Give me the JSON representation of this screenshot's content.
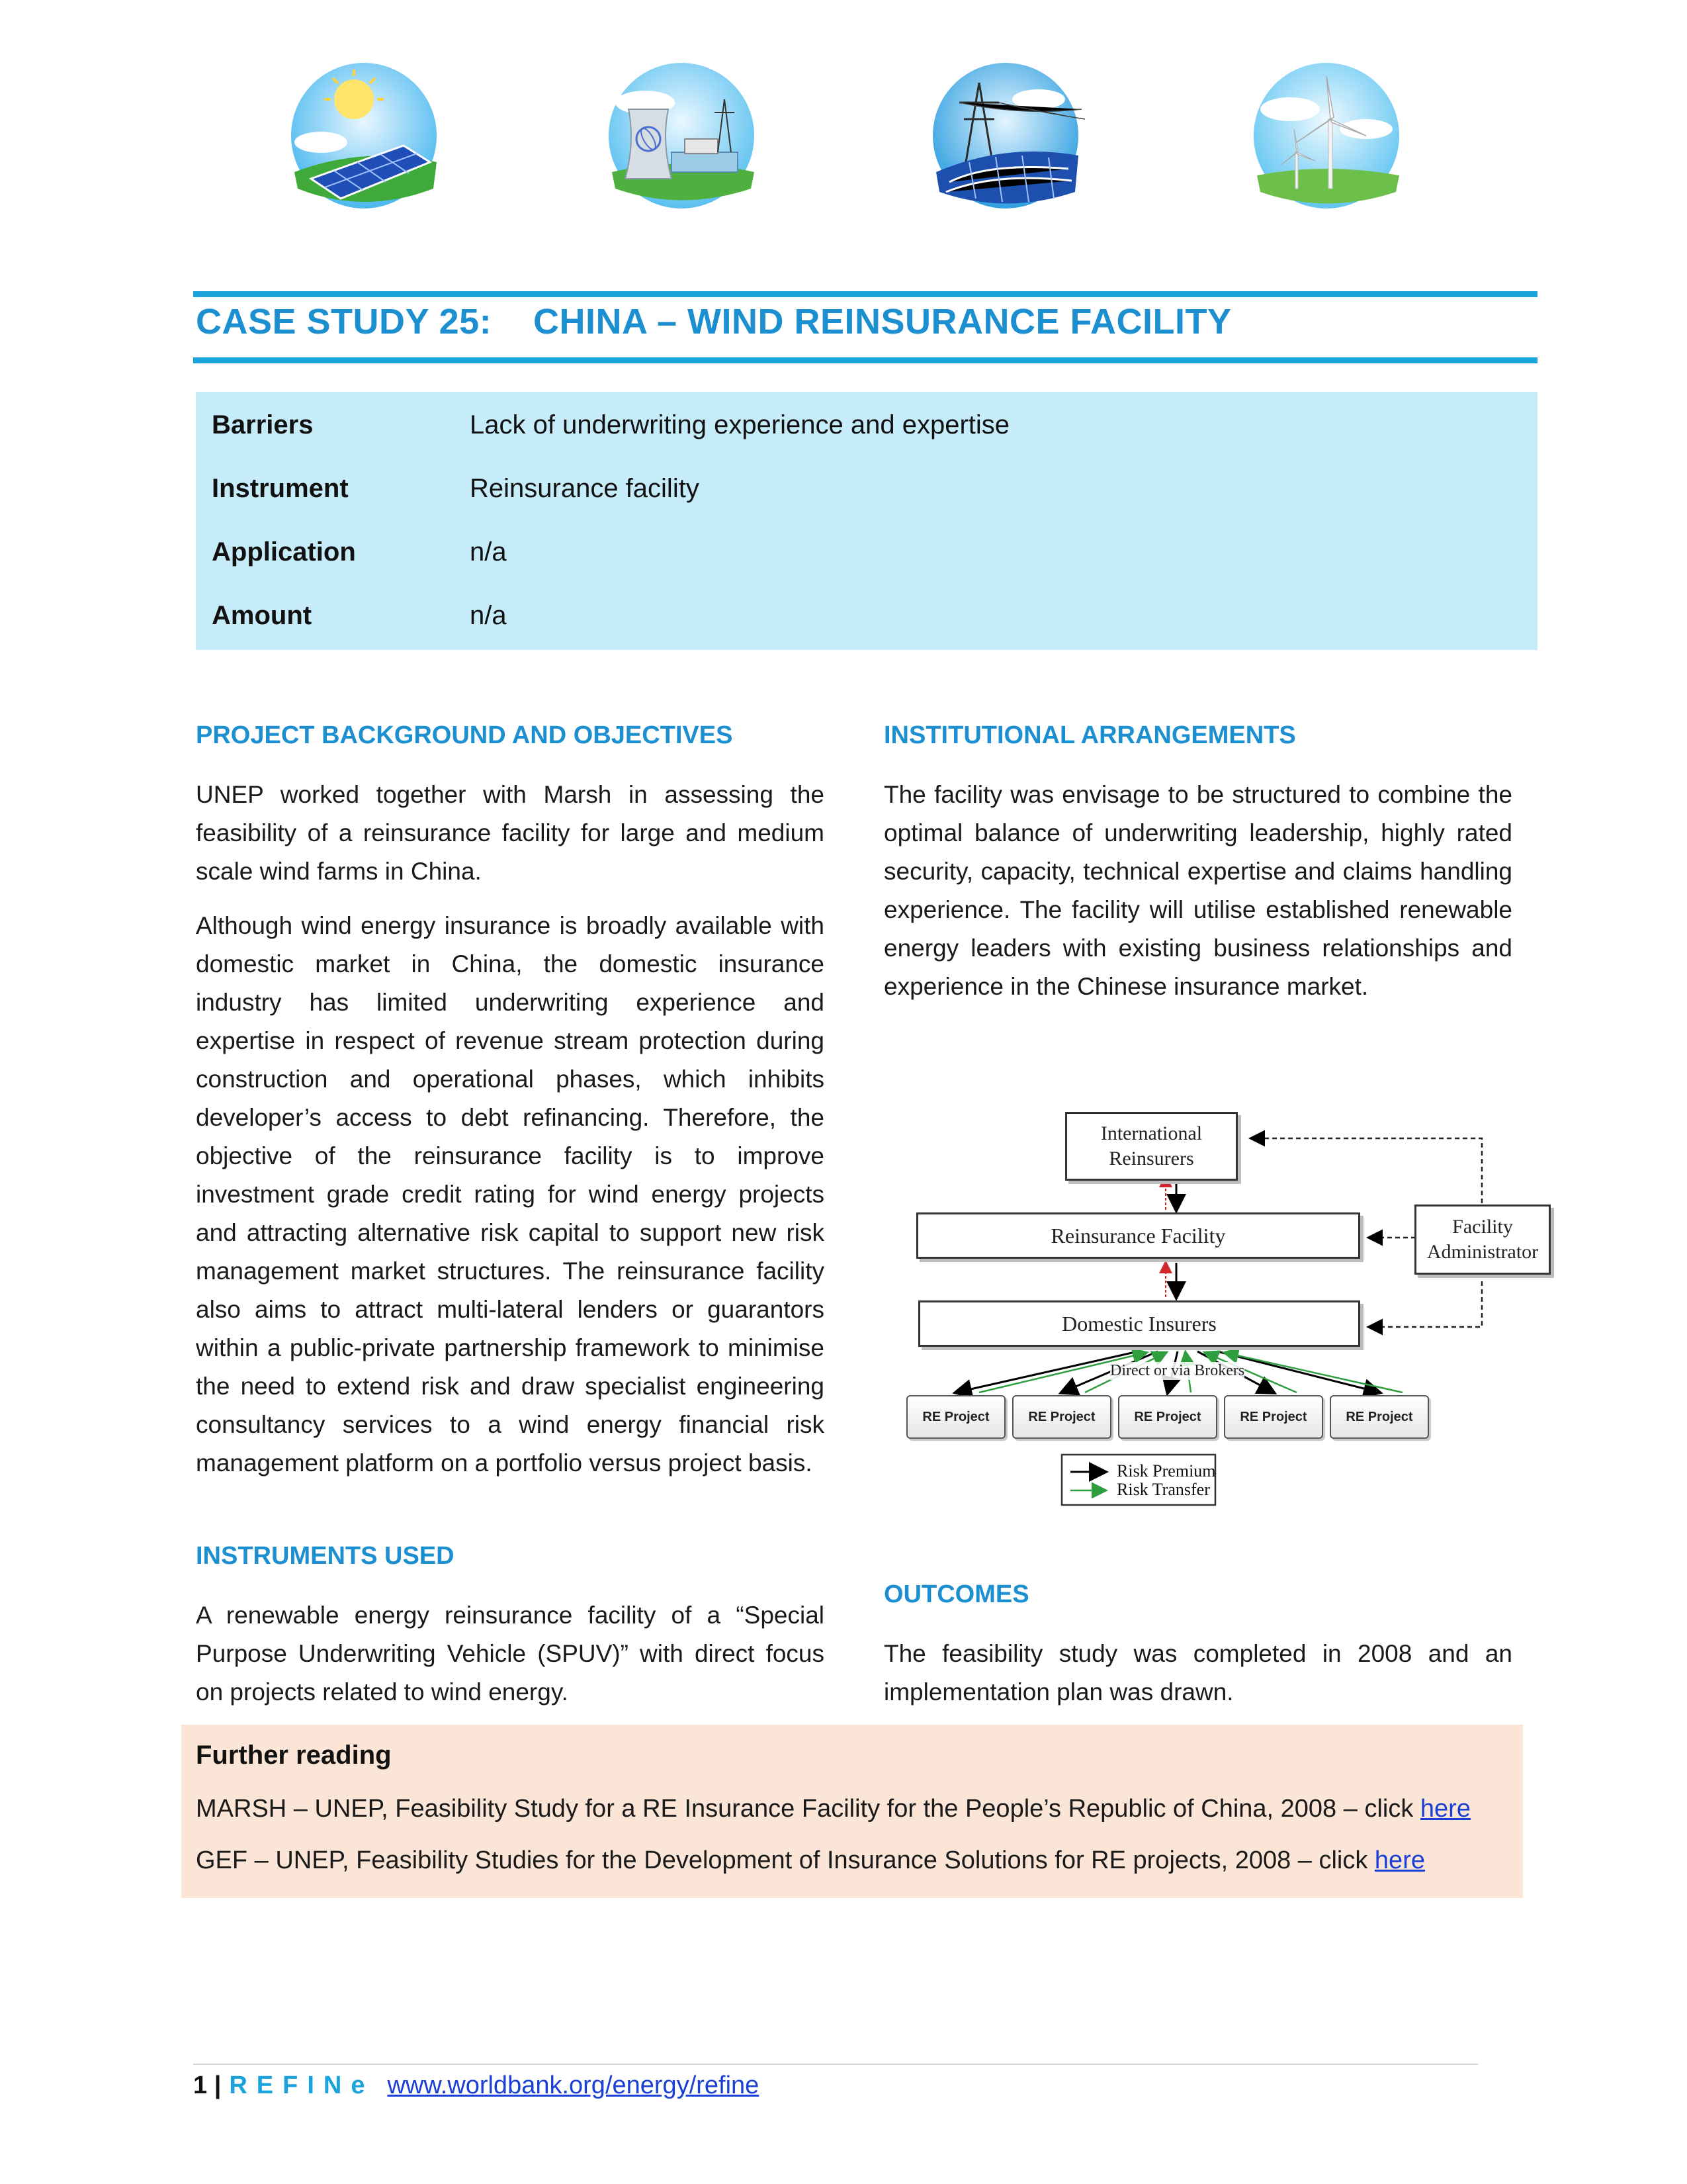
{
  "header_images": [
    {
      "name": "solar-panel-icon"
    },
    {
      "name": "nuclear-plant-icon"
    },
    {
      "name": "transmission-tower-icon"
    },
    {
      "name": "wind-turbine-icon"
    }
  ],
  "title": {
    "number": "CASE STUDY 25:",
    "text": "CHINA – WIND REINSURANCE FACILITY"
  },
  "summary": {
    "rows": [
      {
        "label": "Barriers",
        "value": "Lack of underwriting experience and expertise"
      },
      {
        "label": "Instrument",
        "value": "Reinsurance facility"
      },
      {
        "label": "Application",
        "value": "n/a"
      },
      {
        "label": "Amount",
        "value": "n/a"
      }
    ]
  },
  "left": {
    "background_heading": "PROJECT BACKGROUND AND OBJECTIVES",
    "background_p1": "UNEP worked together with Marsh in assessing the feasibility of a reinsurance facility for large and medium scale wind farms in China.",
    "background_p2": "Although wind energy insurance is broadly available with domestic market in China, the domestic insurance industry has limited underwriting experience and expertise in respect of revenue stream protection during construction and operational phases, which inhibits developer’s access to debt refinancing. Therefore, the objective of the reinsurance facility is to improve investment grade credit rating for wind energy projects and attracting alternative risk capital to support new risk management market structures. The reinsurance facility also aims to attract multi-lateral lenders or guarantors within a public-private partnership framework to minimise the need to extend risk and draw specialist engineering consultancy services to a wind energy financial risk management platform on a portfolio versus project basis.",
    "instruments_heading": "INSTRUMENTS USED",
    "instruments_p": "A renewable energy reinsurance facility of a “Special Purpose Underwriting Vehicle (SPUV)” with direct focus on projects related to wind energy."
  },
  "right": {
    "institutional_heading": "INSTITUTIONAL ARRANGEMENTS",
    "institutional_p": "The facility was envisage to be structured to combine the optimal balance of underwriting leadership, highly rated security, capacity, technical expertise and claims handling experience. The facility will utilise established renewable energy leaders with existing business relationships and experience in the Chinese insurance market.",
    "outcomes_heading": "OUTCOMES",
    "outcomes_p": "The feasibility study was completed in 2008 and an implementation plan was drawn."
  },
  "diagram": {
    "international": "International Reinsurers",
    "international_l1": "International",
    "international_l2": "Reinsurers",
    "reinsurance": "Reinsurance Facility",
    "administrator_l1": "Facility",
    "administrator_l2": "Administrator",
    "domestic": "Domestic Insurers",
    "brokers": "Direct or via Brokers",
    "projects": [
      "RE Project",
      "RE Project",
      "RE Project",
      "RE Project",
      "RE Project"
    ],
    "legend_premium": "Risk Premium",
    "legend_transfer": "Risk Transfer",
    "colors": {
      "premium": "#000000",
      "transfer": "#2e9e3e",
      "return": "#d0262b"
    }
  },
  "further": {
    "heading": "Further reading",
    "line1_text": "MARSH – UNEP, Feasibility Study for a RE Insurance Facility for the People’s Republic of China, 2008 – click ",
    "line1_link": "here",
    "line2_text": "GEF – UNEP, Feasibility Studies for the Development of Insurance Solutions for RE projects, 2008 – click ",
    "line2_link": "here"
  },
  "footer": {
    "page": "1 |",
    "brand": "REFINe",
    "url": "www.worldbank.org/energy/refine"
  }
}
